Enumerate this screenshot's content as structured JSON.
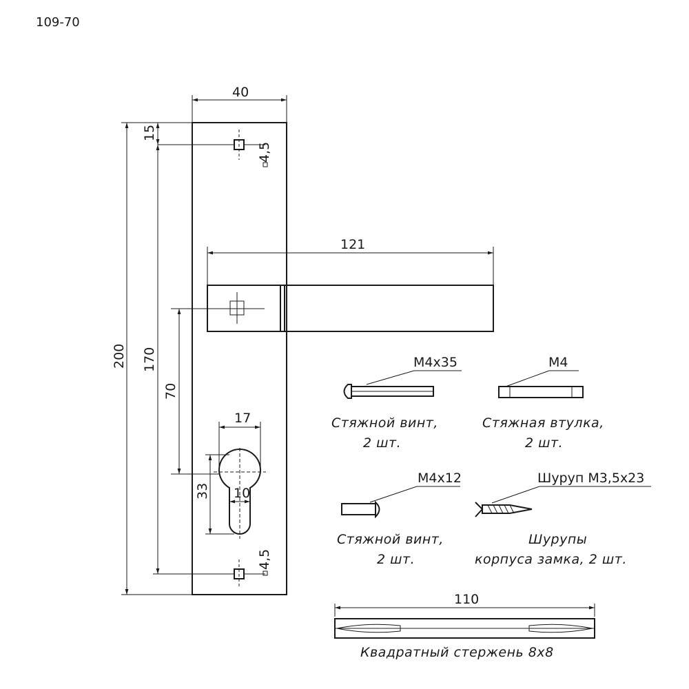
{
  "drawing_code": "109-70",
  "dimensions": {
    "plate_width": "40",
    "plate_height": "200",
    "hole_top_offset": "15",
    "hole_spacing": "170",
    "handle_length": "121",
    "spindle_to_cylinder": "70",
    "cylinder_width": "17",
    "cylinder_height": "33",
    "cylinder_slot": "10",
    "hole_size_top": "4,5",
    "hole_size_bottom": "4,5",
    "square_rod_length": "110"
  },
  "parts": {
    "screw_long": {
      "spec": "M4x35",
      "name": "Стяжной винт,",
      "qty": "2 шт."
    },
    "sleeve": {
      "spec": "M4",
      "name": "Стяжная втулка,",
      "qty": "2 шт."
    },
    "screw_short": {
      "spec": "M4x12",
      "name": "Стяжной винт,",
      "qty": "2 шт."
    },
    "wood_screw": {
      "spec": "Шуруп М3,5х23",
      "name": "Шурупы",
      "qty": "корпуса замка, 2 шт."
    },
    "square_rod": {
      "name": "Квадратный стержень 8х8"
    }
  }
}
